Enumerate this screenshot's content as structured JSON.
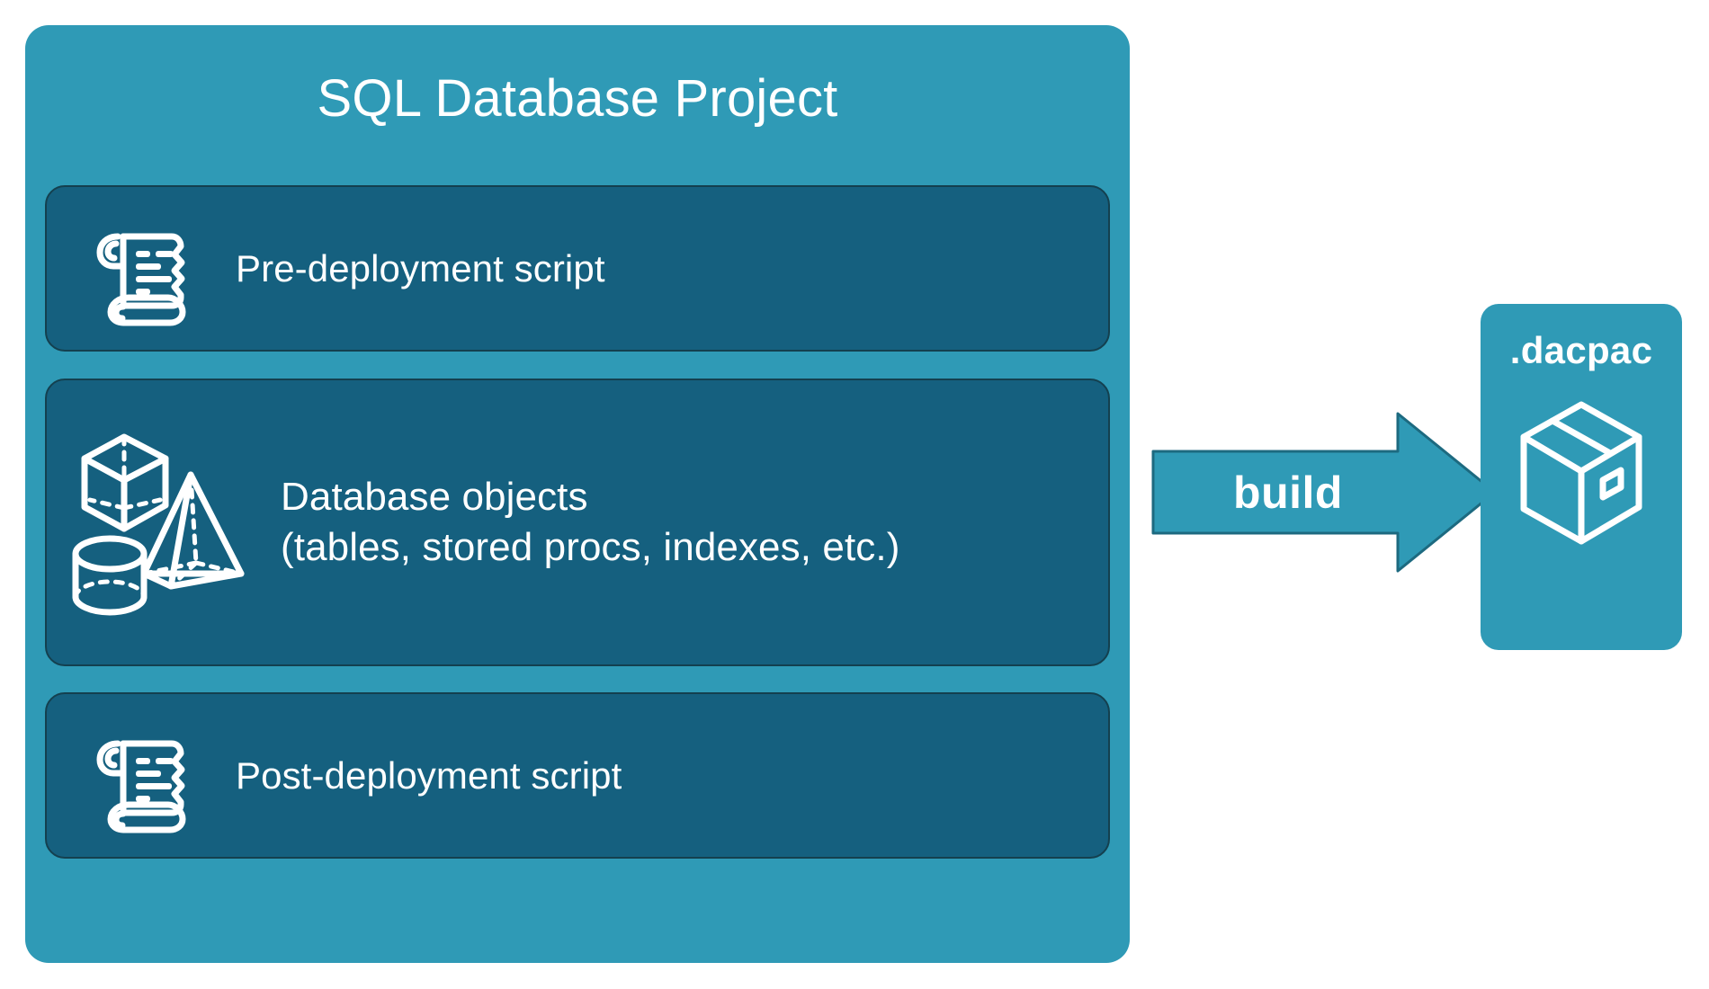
{
  "diagram": {
    "title": "SQL Database Project",
    "colors": {
      "panel_teal": "#2f9ab6",
      "card_dark_blue": "#15607f",
      "card_border": "#14404f",
      "text_white": "#ffffff",
      "background": "#ffffff"
    },
    "cards": [
      {
        "id": "pre-deployment",
        "icon": "scroll-icon",
        "label": "Pre-deployment script"
      },
      {
        "id": "database-objects",
        "icon": "3d-shapes-icon",
        "label": "Database objects",
        "sublabel": "(tables, stored procs, indexes, etc.)"
      },
      {
        "id": "post-deployment",
        "icon": "scroll-icon",
        "label": "Post-deployment script"
      }
    ],
    "arrow": {
      "label": "build",
      "direction": "right",
      "icon": "arrow-right-icon"
    },
    "output": {
      "title": ".dacpac",
      "icon": "package-box-icon"
    }
  }
}
